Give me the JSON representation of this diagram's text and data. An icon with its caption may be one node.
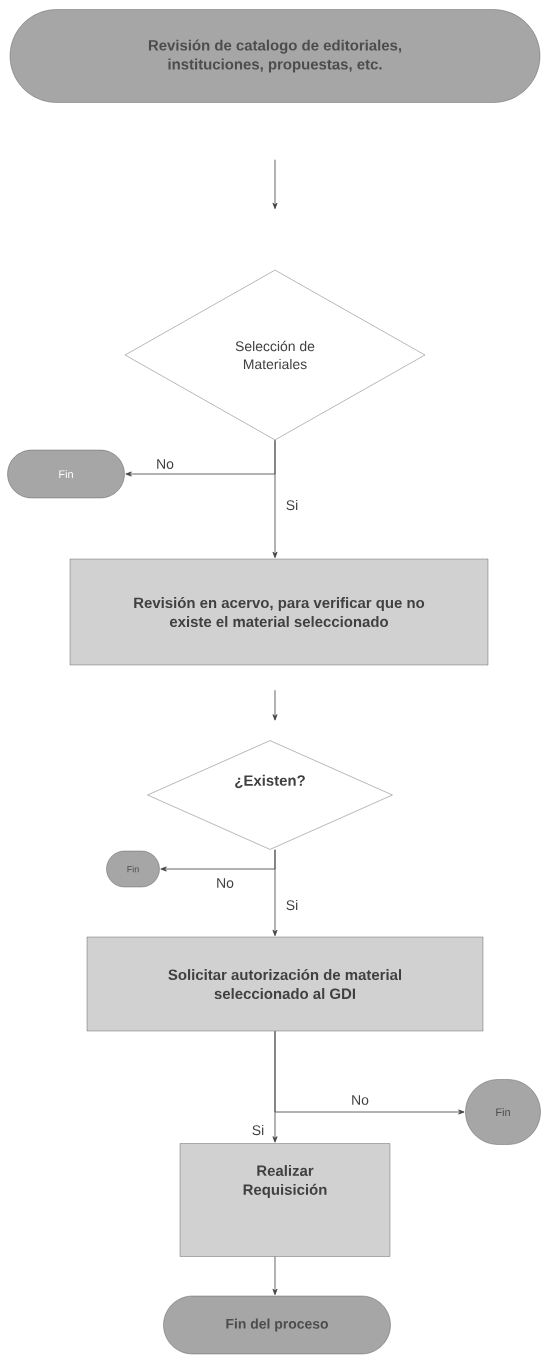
{
  "diagram": {
    "nodes": [
      {
        "text": [
          "Revisión de catalogo de editoriales, instituciones, propuestas, etc."
        ]
      },
      {
        "text": [
          "Selección de Materiales"
        ]
      },
      {
        "text": [
          "Fin"
        ]
      },
      {
        "text": [
          "Revisión  en acervo, para verificar que no existe el material seleccionado"
        ]
      },
      {
        "text": [
          "¿Existen?"
        ]
      },
      {
        "text": [
          "Fin"
        ]
      },
      {
        "text": [
          "Solicitar autorización  de material seleccionado al GDI"
        ]
      },
      {
        "text": [
          "Fin"
        ]
      },
      {
        "text": [
          "Realizar Requisición"
        ]
      },
      {
        "text": [
          "Fin  del proceso"
        ]
      }
    ],
    "edges": [
      {
        "from": 0,
        "to": 1,
        "arrow": "to"
      },
      {
        "from": 1,
        "to": 2,
        "arrow": "to",
        "label": "No"
      },
      {
        "from": 1,
        "to": 3,
        "arrow": "to",
        "label": "Si"
      },
      {
        "from": 3,
        "to": 4,
        "arrow": "to"
      },
      {
        "from": 4,
        "to": 5,
        "arrow": "to",
        "label": "No"
      },
      {
        "from": 4,
        "to": 6,
        "arrow": "to",
        "label": "Si"
      },
      {
        "from": 6,
        "to": 8,
        "arrow": "to",
        "label": "Si"
      },
      {
        "from": 6,
        "to": 7,
        "arrow": "to",
        "label": "No"
      },
      {
        "from": 8,
        "to": 9,
        "arrow": "to"
      }
    ]
  }
}
